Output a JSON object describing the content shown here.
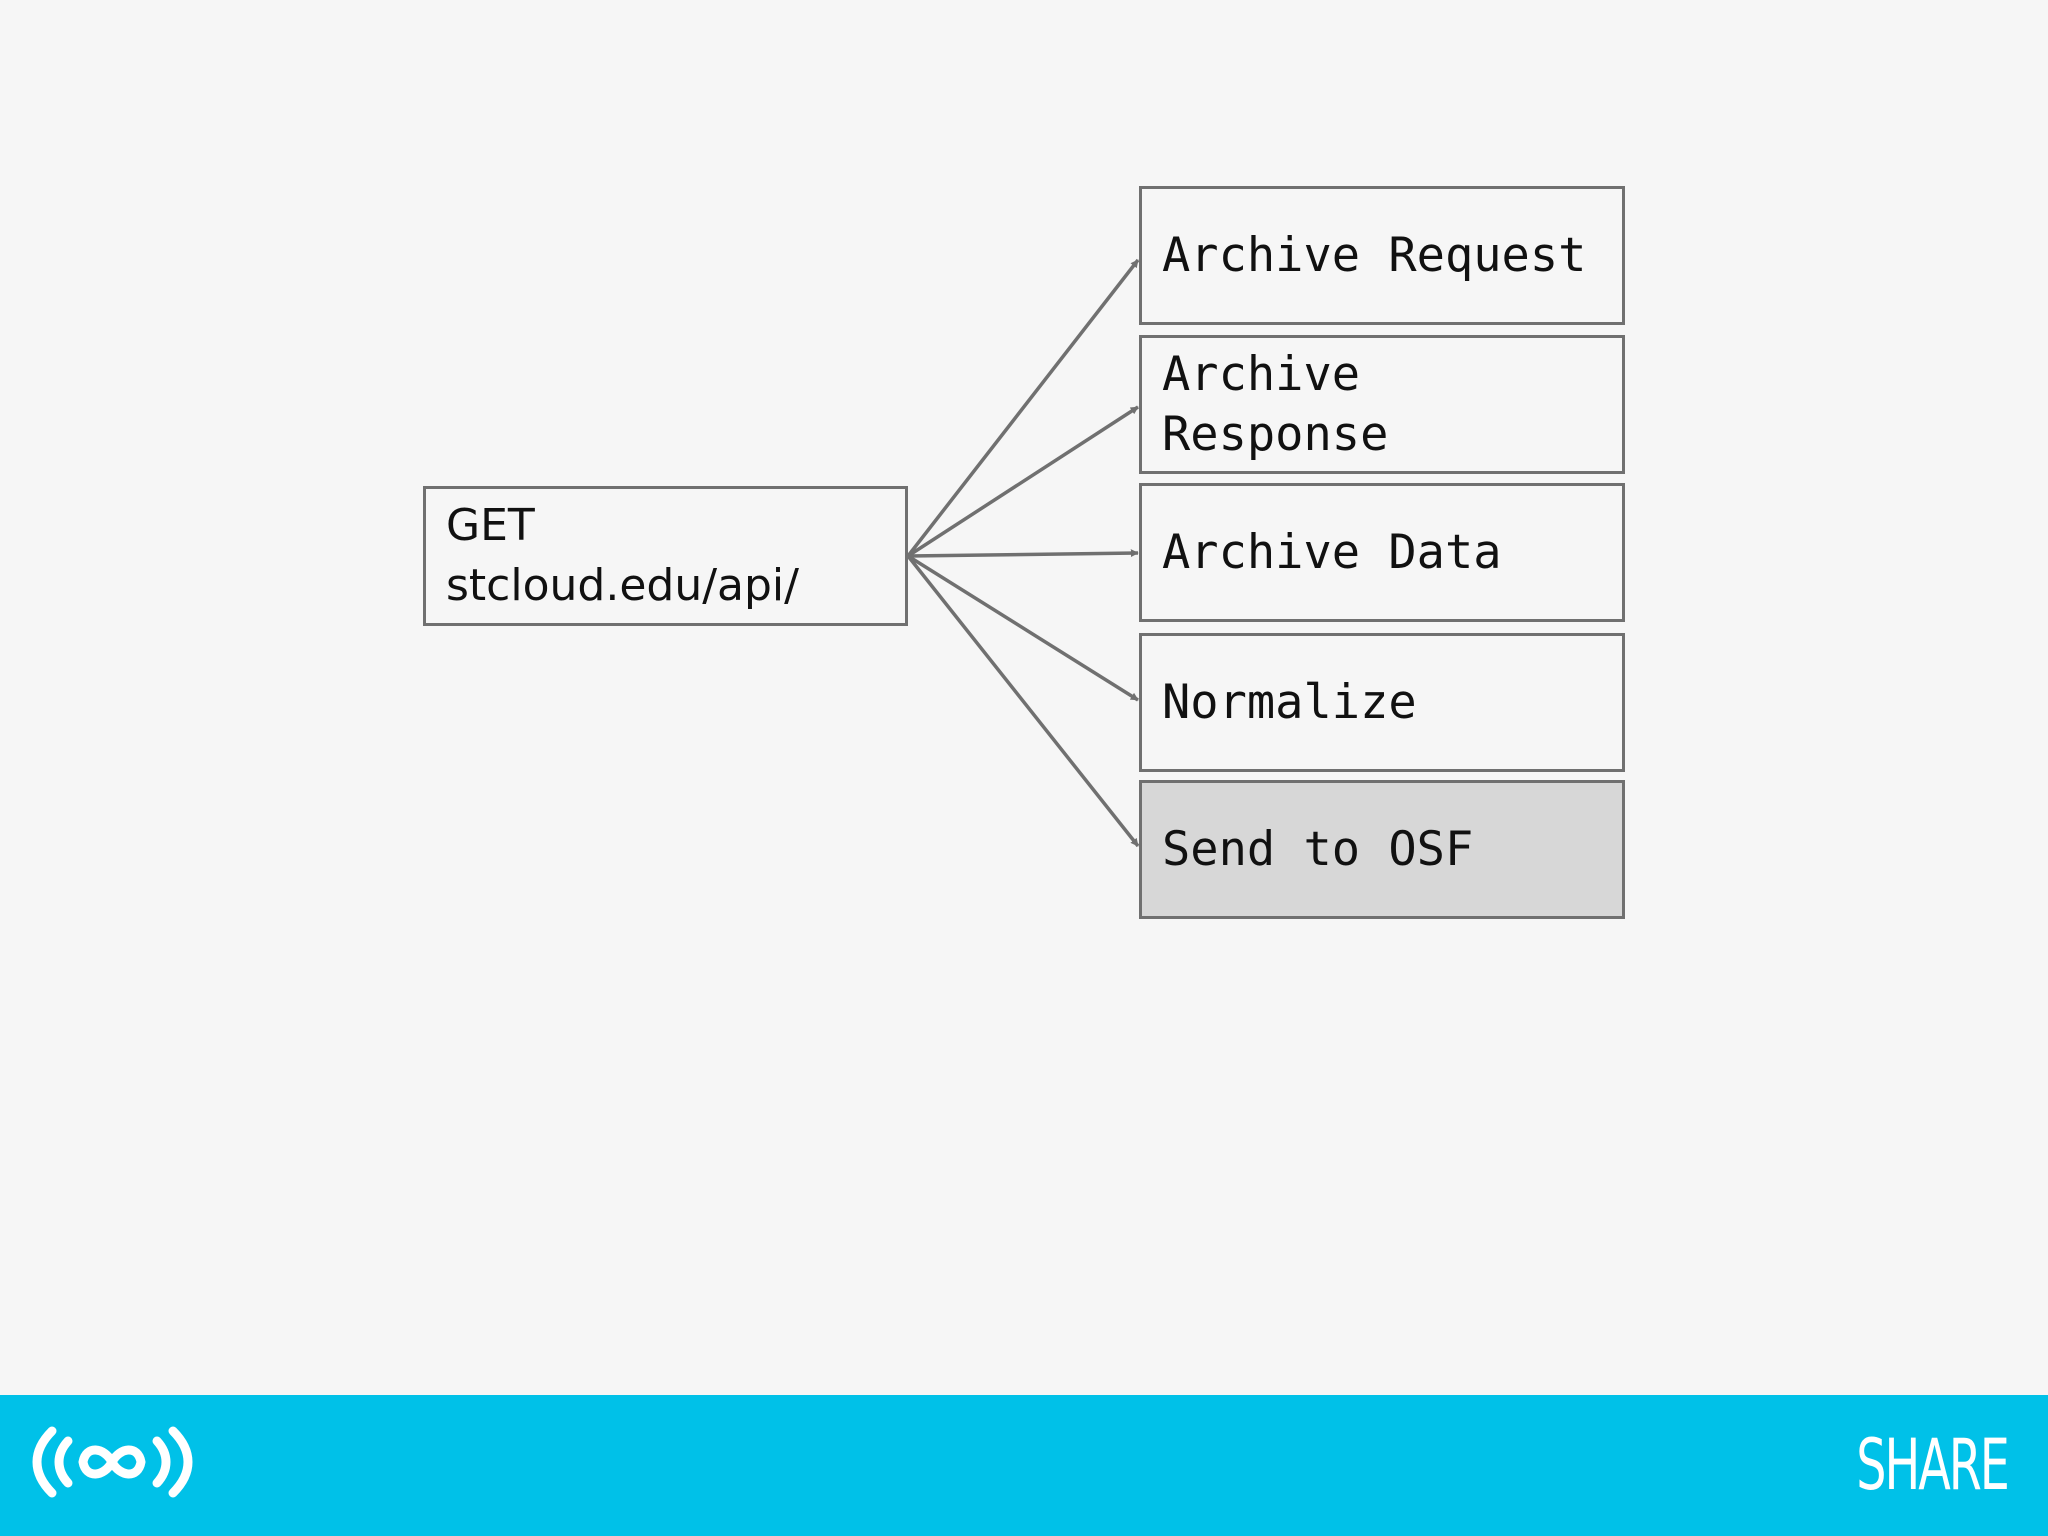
{
  "diagram": {
    "source": {
      "line1": "GET",
      "line2": "stcloud.edu/api/"
    },
    "targets": [
      {
        "label": "Archive Request",
        "highlighted": false
      },
      {
        "label": "Archive\nResponse",
        "highlighted": false
      },
      {
        "label": "Archive Data",
        "highlighted": false
      },
      {
        "label": "Normalize",
        "highlighted": false
      },
      {
        "label": "Send to OSF",
        "highlighted": true
      }
    ],
    "colors": {
      "box_border": "#707070",
      "arrow": "#707070",
      "highlight_fill": "#d7d7d7",
      "background": "#f6f6f6"
    }
  },
  "footer": {
    "brand_text": "SHARE",
    "logo_icon": "infinity-signal-icon",
    "background_color": "#00c1e8"
  }
}
